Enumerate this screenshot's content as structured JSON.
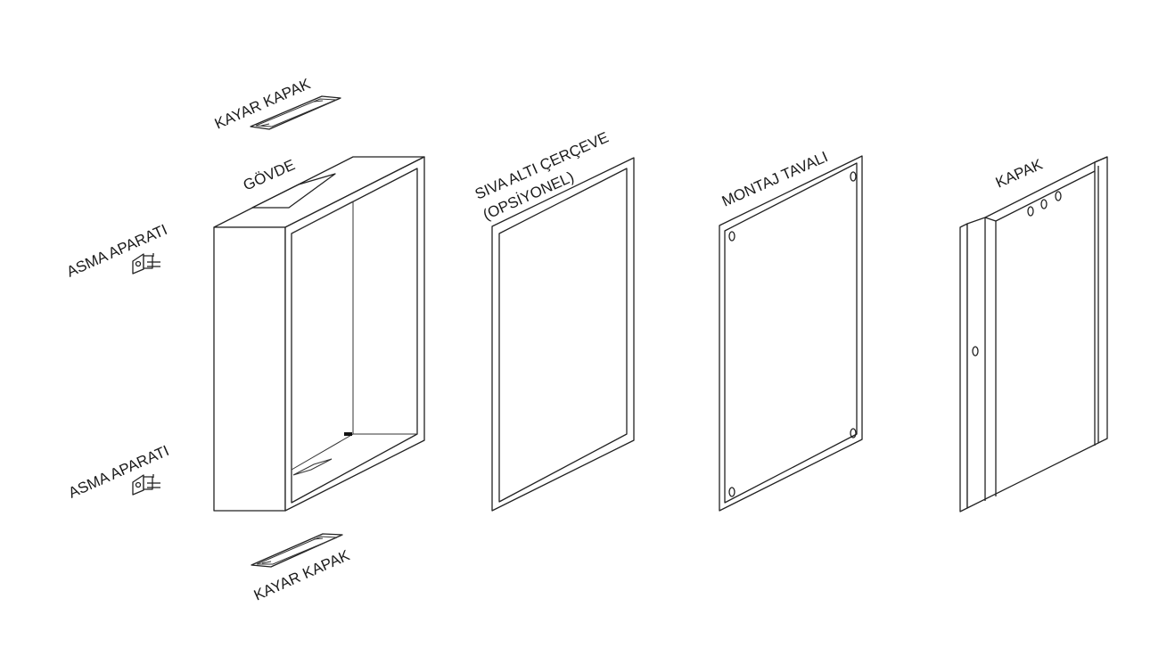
{
  "labels": {
    "kayar_kapak_top": "KAYAR KAPAK",
    "govde": "GÖVDE",
    "asma_aparati_top": "ASMA APARATI",
    "asma_aparati_bottom": "ASMA APARATI",
    "kayar_kapak_bottom": "KAYAR KAPAK",
    "siva_alti_line1": "SIVA ALTI ÇERÇEVE",
    "siva_alti_line2": "(OPSİYONEL)",
    "montaj_tavali": "MONTAJ TAVALI",
    "kapak": "KAPAK"
  }
}
